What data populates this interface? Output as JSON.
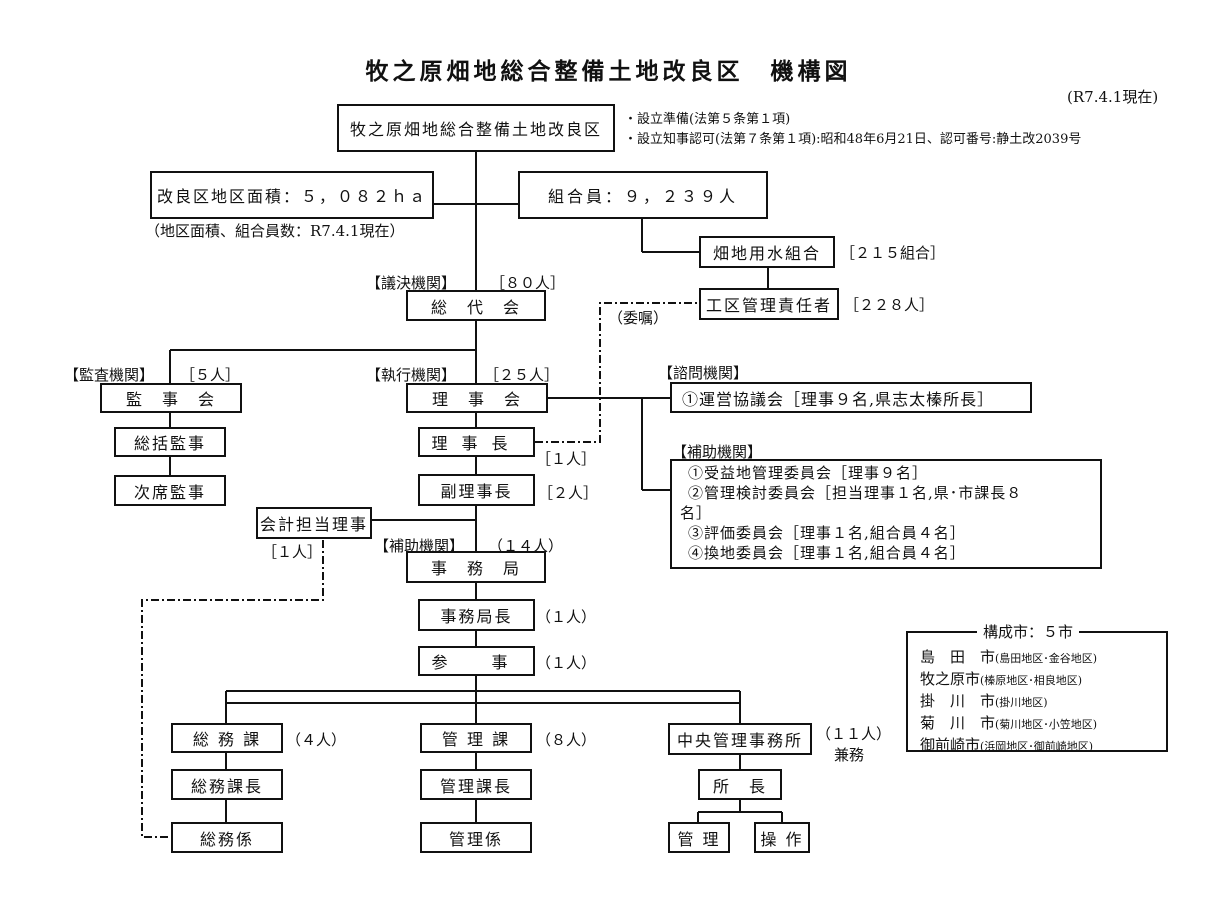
{
  "title": "牧之原畑地総合整備土地改良区　機構図",
  "as_of": "(R7.4.1現在)",
  "org": {
    "name": "牧之原畑地総合整備土地改良区",
    "notes": [
      "・設立準備(法第５条第１項)",
      "・設立知事認可(法第７条第１項):昭和48年6月21日、認可番号:静土改2039号"
    ],
    "area": "改良区地区面積：５，０８２ｈａ",
    "area_note": "（地区面積、組合員数：R7.4.1現在）",
    "members": "組合員：９，２３９人",
    "water_union": "畑地用水組合",
    "water_union_count": "［２１５組合］",
    "district_manager": "工区管理責任者",
    "district_manager_count": "［２２８人］",
    "commission": "（委嘱）"
  },
  "council": {
    "category": "【議決機関】",
    "count": "［８０人］",
    "name": "総　代　会"
  },
  "audit": {
    "category": "【監査機関】",
    "count": "［５人］",
    "name": "監　事　会",
    "chief": "総括監事",
    "sub": "次席監事"
  },
  "board": {
    "category": "【執行機関】",
    "count": "［２５人］",
    "name": "理　事　会",
    "chair": "理事長",
    "chair_count": "［１人］",
    "vice": "副理事長",
    "vice_count": "［２人］"
  },
  "accounting": {
    "name": "会計担当理事",
    "count": "［１人］"
  },
  "advisory": {
    "category": "【諮問機関】",
    "item": "①運営協議会［理事９名,県志太榛所長］"
  },
  "auxiliary": {
    "category": "【補助機関】",
    "items": [
      "①受益地管理委員会［理事９名］",
      "②管理検討委員会［担当理事１名,県･市課長８",
      "名］",
      "③評価委員会［理事１名,組合員４名］",
      "④換地委員会［理事１名,組合員４名］"
    ]
  },
  "secretariat": {
    "category": "【補助機関】",
    "count": "（１４人）",
    "name": "事　務　局",
    "head": "事務局長",
    "head_count": "（１人）",
    "councillor": "参　事",
    "councillor_count": "（１人）"
  },
  "depts": {
    "general": {
      "name": "総 務 課",
      "count": "（４人）",
      "chief": "総務課長",
      "section": "総務係"
    },
    "management": {
      "name": "管 理 課",
      "count": "（８人）",
      "chief": "管理課長",
      "section": "管理係"
    },
    "central": {
      "name": "中央管理事務所",
      "count": "（１１人）",
      "concurrent": "兼務",
      "chief": "所　長",
      "sub1": "管 理",
      "sub2": "操 作"
    }
  },
  "cities": {
    "title": "構成市：５市",
    "rows": [
      {
        "name": "島　田　市",
        "areas": "(島田地区･金谷地区)"
      },
      {
        "name": "牧之原市",
        "areas": "(榛原地区･相良地区)"
      },
      {
        "name": "掛　川　市",
        "areas": "(掛川地区)"
      },
      {
        "name": "菊　川　市",
        "areas": "(菊川地区･小笠地区)"
      },
      {
        "name": "御前崎市",
        "areas": "(浜岡地区･御前崎地区)"
      }
    ]
  }
}
